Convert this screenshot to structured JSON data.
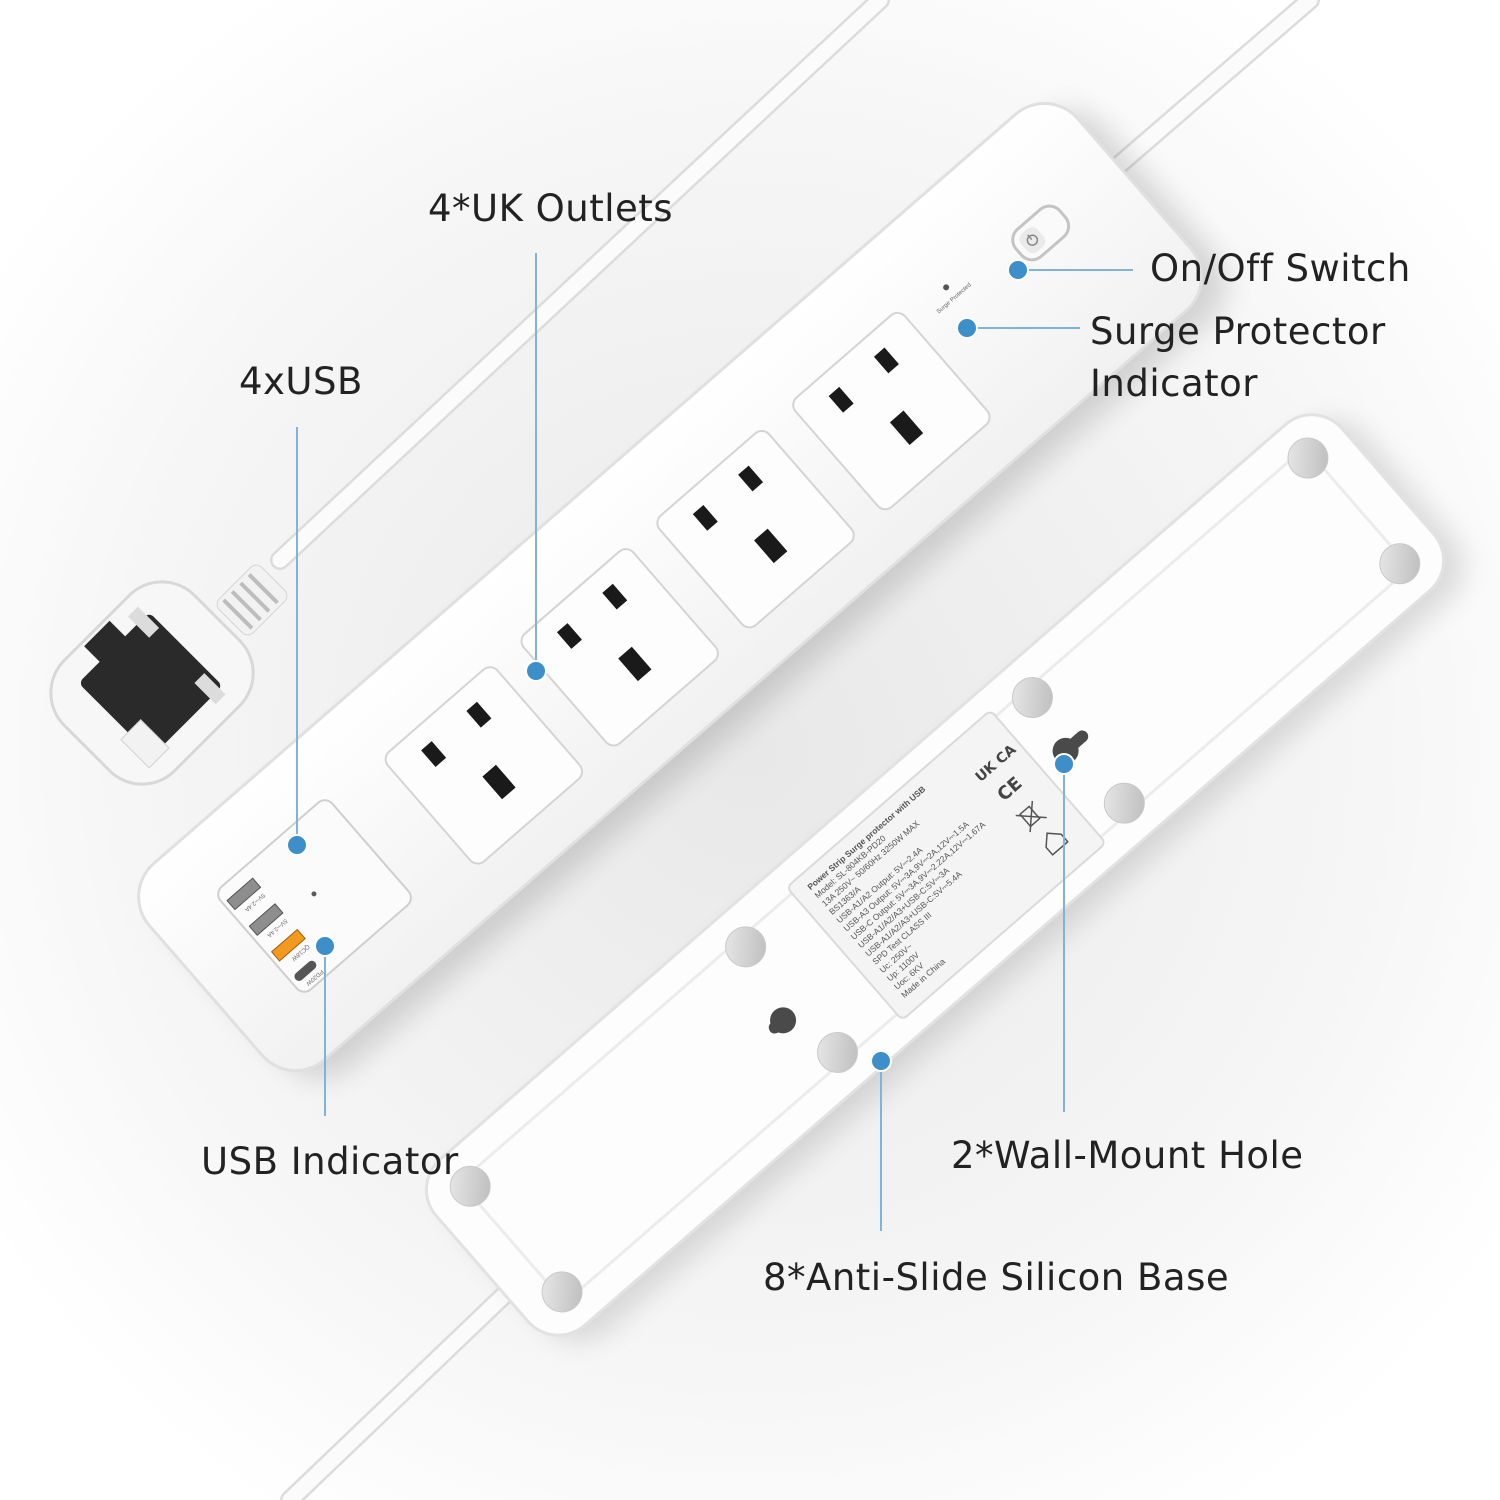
{
  "callouts": {
    "uk_outlets": "4*UK Outlets",
    "usb": "4xUSB",
    "switch": "On/Off Switch",
    "surge_line1": "Surge Protector",
    "surge_line2": "Indicator",
    "usb_indicator": "USB Indicator",
    "wall_mount": "2*Wall-Mount Hole",
    "silicon_base": "8*Anti-Slide Silicon Base"
  },
  "device": {
    "surge_label": "Surge Protected",
    "usb_ports": [
      "5V⎓2.4A",
      "5V⎓2.4A",
      "QC18W",
      "PD20W"
    ]
  },
  "spec_label": {
    "lines": [
      "Power Strip Surge protector with USB",
      "Model: SL-804KB-PD20",
      "13A 250V~ 50/60Hz 3250W MAX",
      "BS1363/A",
      "USB-A1/A2 Output: 5V⎓2.4A",
      "USB-A3 Output: 5V⎓3A,9V⎓2A,12V⎓1.5A",
      "USB-C Output: 5V⎓3A,9V⎓2.22A,12V⎓1.67A",
      "USB-A1/A2/A3+USB-C:5V⎓3A",
      "USB-A1/A2/A3+USB-C:5V⎓5.4A",
      "SPD Test CLASS III",
      "Uc: 250V~",
      "Up: 1100V",
      "Uoc: 6KV",
      "Made in China"
    ],
    "marks": [
      "UK CA",
      "CE"
    ]
  },
  "colors": {
    "accent": "#3c8fc8",
    "leader": "#7fb3da",
    "body": "#ffffff",
    "outlet_hole": "#1a1a1a",
    "foot": "#d6d6d6",
    "qc_port": "#f29a1f"
  }
}
